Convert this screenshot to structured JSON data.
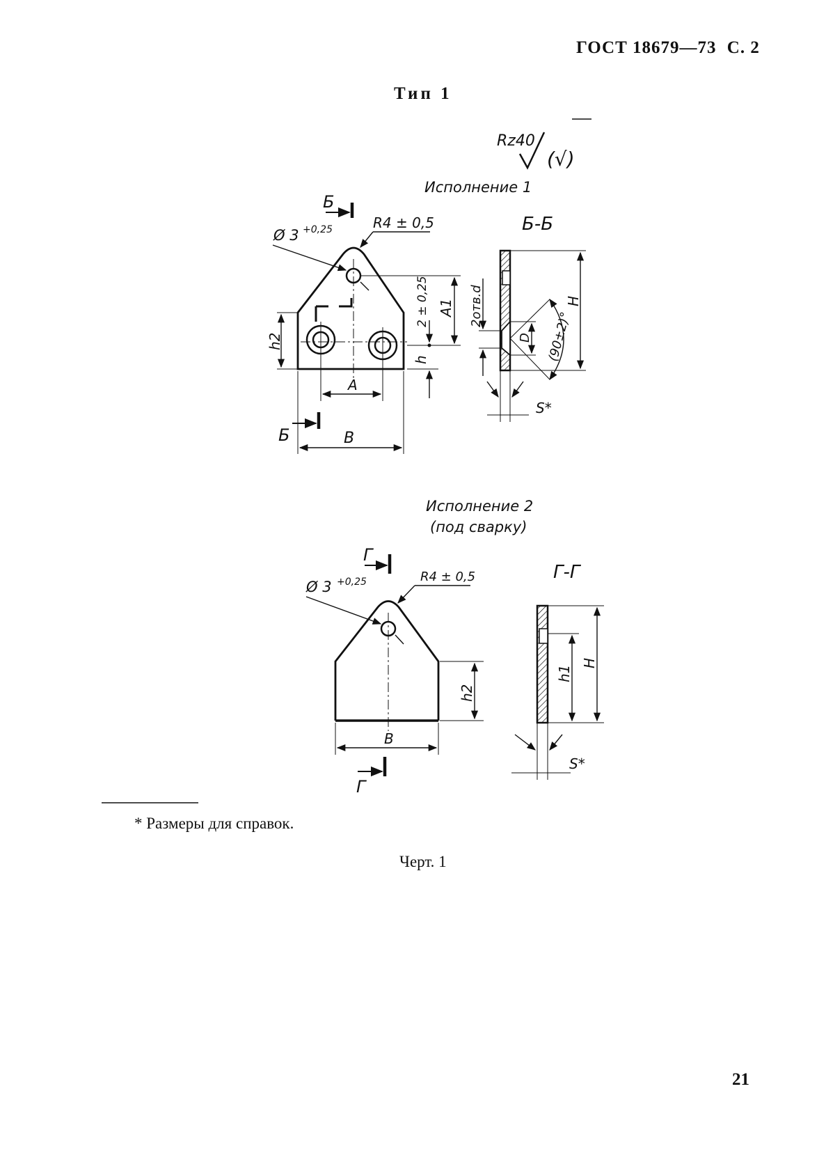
{
  "header": {
    "standard": "ГОСТ 18679—73",
    "page_ref": "С. 2"
  },
  "type_title": "Тип 1",
  "roughness": {
    "value": "Rz40",
    "extra": "(√)"
  },
  "variant1": {
    "title": "Исполнение 1",
    "section_mark": "Б",
    "section_title": "Б-Б",
    "hole_label": "Ø 3",
    "hole_tol": "+0,25",
    "radius_label": "R4 ± 0,5",
    "dim_A": "A",
    "dim_A1": "A1",
    "dim_B": "B",
    "dim_h": "h",
    "dim_h2": "h2",
    "dim_2": "2 ± 0,25",
    "dim_holes": "2отв.d",
    "dim_D": "D",
    "dim_H": "H",
    "dim_angle": "(90±2)°",
    "dim_S": "S*"
  },
  "variant2": {
    "title": "Исполнение 2",
    "subtitle": "(под сварку)",
    "section_mark": "Г",
    "section_title": "Г-Г",
    "hole_label": "Ø 3",
    "hole_tol": "+0,25",
    "radius_label": "R4 ± 0,5",
    "dim_B": "B",
    "dim_h2": "h2",
    "dim_h1": "h1",
    "dim_H": "H",
    "dim_S": "S*"
  },
  "footnote": "* Размеры для справок.",
  "caption": "Черт. 1",
  "page_number": "21"
}
